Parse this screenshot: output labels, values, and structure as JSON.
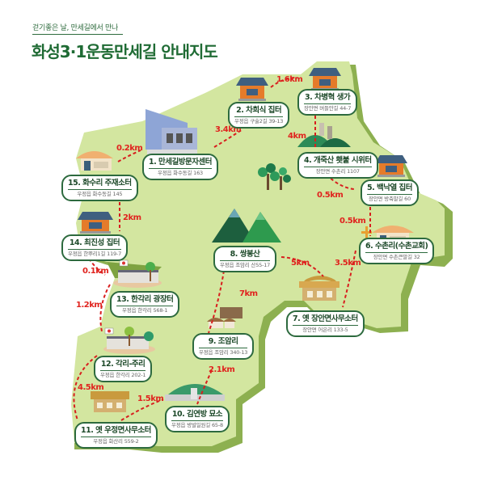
{
  "header": {
    "subtitle": "걷기좋은 날, 만세길에서 만나",
    "title": "화성3·1운동만세길 안내지도"
  },
  "colors": {
    "map_fill": "#d3e6a0",
    "map_edge": "#8db050",
    "card_border": "#2d6a3e",
    "title": "#1f6b34",
    "distance": "#e0231e"
  },
  "stops": [
    {
      "num": "1",
      "name": "1. 만세길방문자센터",
      "address": "우정읍 화수동길 163"
    },
    {
      "num": "2",
      "name": "2. 차희식 집터",
      "address": "우정읍 구술2길 39-13"
    },
    {
      "num": "3",
      "name": "3. 차병혁 생가",
      "address": "장안면 버들안길 44-7"
    },
    {
      "num": "4",
      "name": "4. 개죽산 횃불 시위터",
      "address": "장안면 수촌리 1107"
    },
    {
      "num": "5",
      "name": "5. 백낙열 집터",
      "address": "장안면 방축말길 60"
    },
    {
      "num": "6",
      "name": "6. 수촌리(수촌교회)",
      "address": "장안면 수촌큰말길 32"
    },
    {
      "num": "7",
      "name": "7. 옛 장안면사무소터",
      "address": "장안면 어은리 133-5"
    },
    {
      "num": "8",
      "name": "8. 쌍봉산",
      "address": "우정읍 조암리 산55-17"
    },
    {
      "num": "9",
      "name": "9. 조암리",
      "address": "우정읍 조암리 340-13"
    },
    {
      "num": "10",
      "name": "10. 김연방 묘소",
      "address": "우정읍 방발일원길 65-8"
    },
    {
      "num": "11",
      "name": "11. 옛 우정면사무소터",
      "address": "우정읍 화산리 559-2"
    },
    {
      "num": "12",
      "name": "12. 각리-주리",
      "address": "우정읍 한각리 202-1"
    },
    {
      "num": "13",
      "name": "13. 한각리 광장터",
      "address": "우정읍 한각리 568-1"
    },
    {
      "num": "14",
      "name": "14. 최진성 집터",
      "address": "우정읍 한뿌리1길 119-7"
    },
    {
      "num": "15",
      "name": "15. 화수리 주재소터",
      "address": "우정읍 화수동길 145"
    }
  ],
  "distances": [
    {
      "label": "1.6km",
      "between": "2-3"
    },
    {
      "label": "3.4km",
      "between": "1-2"
    },
    {
      "label": "4km",
      "between": "3-4"
    },
    {
      "label": "0.2km",
      "between": "15-1"
    },
    {
      "label": "0.5km",
      "between": "4-5"
    },
    {
      "label": "0.5km",
      "between": "5-6"
    },
    {
      "label": "2km",
      "between": "14-15"
    },
    {
      "label": "5km",
      "between": "8-7"
    },
    {
      "label": "3.5km",
      "between": "6-7"
    },
    {
      "label": "0.1km",
      "between": "13-14"
    },
    {
      "label": "7km",
      "between": "9-8"
    },
    {
      "label": "1.2km",
      "between": "12-13"
    },
    {
      "label": "2.1km",
      "between": "10-9"
    },
    {
      "label": "4.5km",
      "between": "11-12"
    },
    {
      "label": "1.5km",
      "between": "11-10"
    }
  ]
}
